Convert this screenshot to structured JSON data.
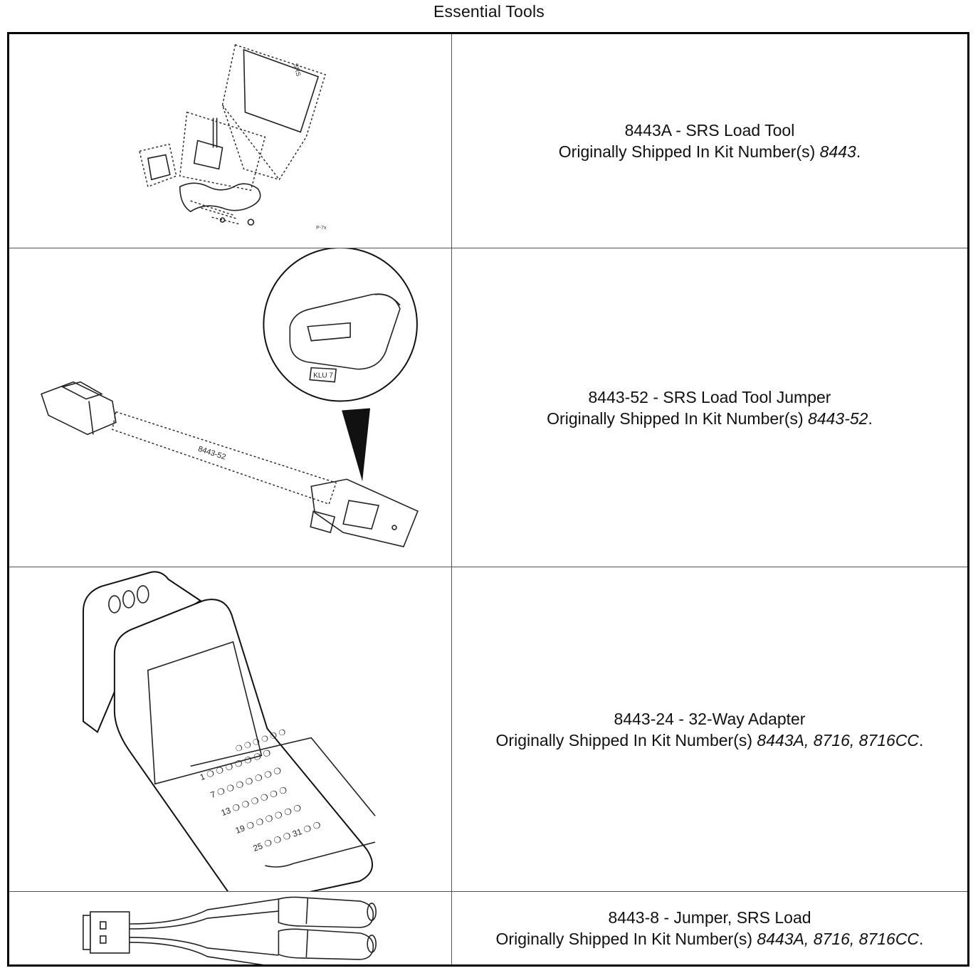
{
  "title": "Essential Tools",
  "tools": [
    {
      "name": "8443A - SRS Load Tool",
      "shipped_prefix": "Originally Shipped In Kit Number(s) ",
      "kits": "8443",
      "suffix": ".",
      "image_icon": "srs-load-tool-case-drawing"
    },
    {
      "name": "8443-52 - SRS Load Tool Jumper",
      "shipped_prefix": "Originally Shipped In Kit Number(s) ",
      "kits": "8443-52",
      "suffix": ".",
      "image_icon": "jumper-cable-drawing",
      "image_label": "8443-52"
    },
    {
      "name": "8443-24 - 32-Way Adapter",
      "shipped_prefix": "Originally Shipped In Kit Number(s) ",
      "kits": "8443A, 8716, 8716CC",
      "suffix": ".",
      "image_icon": "32-way-adapter-drawing"
    },
    {
      "name": "8443-8 - Jumper, SRS Load",
      "shipped_prefix": "Originally Shipped In Kit Number(s) ",
      "kits": "8443A, 8716, 8716CC",
      "suffix": ".",
      "image_icon": "y-jumper-drawing"
    }
  ]
}
